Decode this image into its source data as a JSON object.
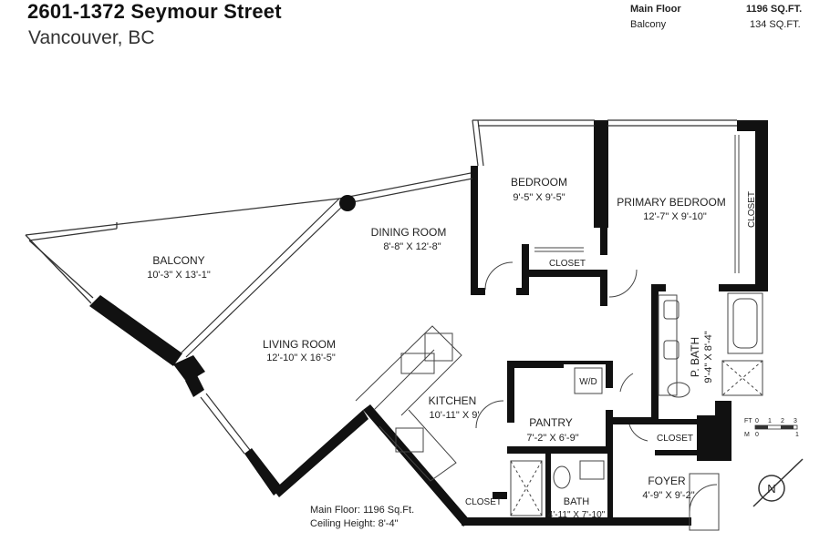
{
  "header": {
    "address": "2601-1372 Seymour Street",
    "city": "Vancouver, BC"
  },
  "areas": [
    {
      "label": "Main Floor",
      "value": "1196 SQ.FT."
    },
    {
      "label": "Balcony",
      "value": "134 SQ.FT."
    }
  ],
  "rooms": {
    "bedroom": {
      "name": "BEDROOM",
      "dims": "9'-5\" X 9'-5\""
    },
    "primary_bedroom": {
      "name": "PRIMARY BEDROOM",
      "dims": "12'-7\" X 9'-10\""
    },
    "dining_room": {
      "name": "DINING ROOM",
      "dims": "8'-8\" X 12'-8\""
    },
    "balcony": {
      "name": "BALCONY",
      "dims": "10'-3\" X 13'-1\""
    },
    "living_room": {
      "name": "LIVING ROOM",
      "dims": "12'-10\"  X  16'-5\""
    },
    "kitchen": {
      "name": "KITCHEN",
      "dims": "10'-11\" X 9'"
    },
    "pantry": {
      "name": "PANTRY",
      "dims": "7'-2\" X 6'-9\""
    },
    "p_bath": {
      "name": "P. BATH",
      "dims": "9'-4\" X 8'-4\""
    },
    "bath": {
      "name": "BATH",
      "dims": "4'-11\" X 7'-10\""
    },
    "foyer": {
      "name": "FOYER",
      "dims": "4'-9\" X 9'-2\""
    },
    "closet_bedroom": "CLOSET",
    "closet_primary": "CLOSET",
    "closet_foyer": "CLOSET",
    "closet_kitchen": "CLOSET",
    "washer_dryer": "W/D"
  },
  "footer": {
    "main_floor": "Main Floor: 1196 Sq.Ft.",
    "ceiling": "Ceiling Height: 8'-4\""
  },
  "scale": {
    "ft_label": "FT",
    "ft_ticks": [
      "0",
      "1",
      "2",
      "3"
    ],
    "m_label": "M",
    "m_ticks": [
      "0",
      "1"
    ]
  },
  "compass": {
    "label": "N"
  }
}
